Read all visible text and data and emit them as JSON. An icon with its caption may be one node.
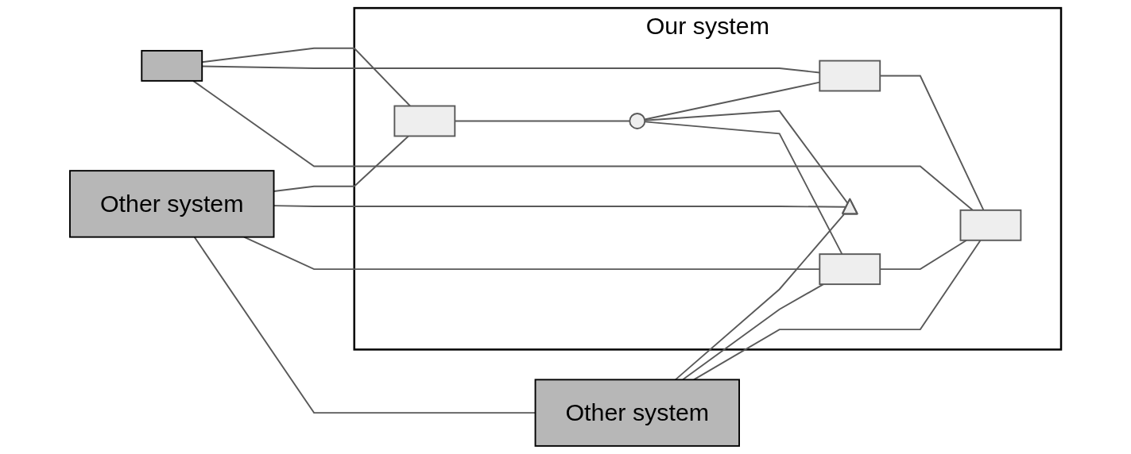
{
  "diagram": {
    "nodes": [
      {
        "text": [
          "Our system"
        ]
      },
      {
        "text": [],
        "shape": "box",
        "in": 0
      },
      {
        "text": [],
        "shape": "box",
        "in": 0
      },
      {
        "text": [],
        "shape": "circle",
        "in": 0
      },
      {
        "text": [],
        "shape": "triangle",
        "in": 0
      },
      {
        "text": [],
        "shape": "box",
        "in": 0
      },
      {
        "text": [],
        "shape": "box",
        "in": 0
      },
      {
        "text": [],
        "shape": "box"
      },
      {
        "text": [
          "Other system"
        ]
      },
      {
        "text": [
          "Other system"
        ]
      }
    ],
    "edges": [
      {
        "from": 1,
        "to": 3,
        "arrow": "none"
      },
      {
        "from": 3,
        "to": 2,
        "arrow": "none"
      },
      {
        "from": 2,
        "to": 6,
        "arrow": "none"
      },
      {
        "from": 3,
        "to": 4,
        "arrow": "none"
      },
      {
        "from": 3,
        "to": 5,
        "arrow": "none"
      },
      {
        "from": 5,
        "to": 6,
        "arrow": "none"
      },
      {
        "from": 7,
        "to": 1,
        "arrow": "none"
      },
      {
        "from": 7,
        "to": 2,
        "arrow": "none"
      },
      {
        "from": 7,
        "to": 6,
        "arrow": "none"
      },
      {
        "from": 8,
        "to": 1,
        "arrow": "none"
      },
      {
        "from": 8,
        "to": 4,
        "arrow": "none"
      },
      {
        "from": 8,
        "to": 5,
        "arrow": "none"
      },
      {
        "from": 8,
        "to": 9,
        "arrow": "none"
      },
      {
        "from": 9,
        "to": 4,
        "arrow": "none"
      },
      {
        "from": 9,
        "to": 5,
        "arrow": "none"
      },
      {
        "from": 9,
        "to": 6,
        "arrow": "none"
      }
    ]
  }
}
